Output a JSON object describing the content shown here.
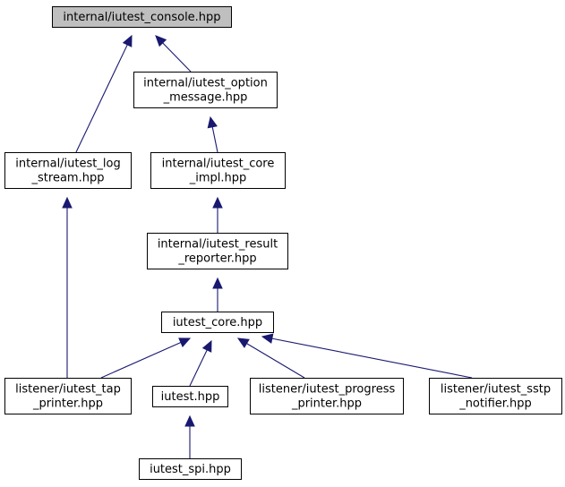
{
  "colors": {
    "edge": "#191970",
    "node_fill": "#ffffff",
    "root_fill": "#bfbfbf",
    "border": "#000000"
  },
  "nodes": [
    {
      "id": "console",
      "lines": [
        "internal/iutest_console.hpp"
      ],
      "root": true
    },
    {
      "id": "option_message",
      "lines": [
        "internal/iutest_option",
        "_message.hpp"
      ]
    },
    {
      "id": "log_stream",
      "lines": [
        "internal/iutest_log",
        "_stream.hpp"
      ]
    },
    {
      "id": "core_impl",
      "lines": [
        "internal/iutest_core",
        "_impl.hpp"
      ]
    },
    {
      "id": "result_reporter",
      "lines": [
        "internal/iutest_result",
        "_reporter.hpp"
      ]
    },
    {
      "id": "iutest_core",
      "lines": [
        "iutest_core.hpp"
      ]
    },
    {
      "id": "tap_printer",
      "lines": [
        "listener/iutest_tap",
        "_printer.hpp"
      ]
    },
    {
      "id": "iutest",
      "lines": [
        "iutest.hpp"
      ]
    },
    {
      "id": "progress_printer",
      "lines": [
        "listener/iutest_progress",
        "_printer.hpp"
      ]
    },
    {
      "id": "sstp_notifier",
      "lines": [
        "listener/iutest_sstp",
        "_notifier.hpp"
      ]
    },
    {
      "id": "iutest_spi",
      "lines": [
        "iutest_spi.hpp"
      ]
    }
  ],
  "edges": [
    {
      "from": "option_message",
      "to": "console"
    },
    {
      "from": "log_stream",
      "to": "console"
    },
    {
      "from": "core_impl",
      "to": "option_message"
    },
    {
      "from": "tap_printer",
      "to": "log_stream"
    },
    {
      "from": "result_reporter",
      "to": "core_impl"
    },
    {
      "from": "iutest_core",
      "to": "result_reporter"
    },
    {
      "from": "tap_printer",
      "to": "iutest_core"
    },
    {
      "from": "iutest",
      "to": "iutest_core"
    },
    {
      "from": "progress_printer",
      "to": "iutest_core"
    },
    {
      "from": "sstp_notifier",
      "to": "iutest_core"
    },
    {
      "from": "iutest_spi",
      "to": "iutest"
    }
  ]
}
